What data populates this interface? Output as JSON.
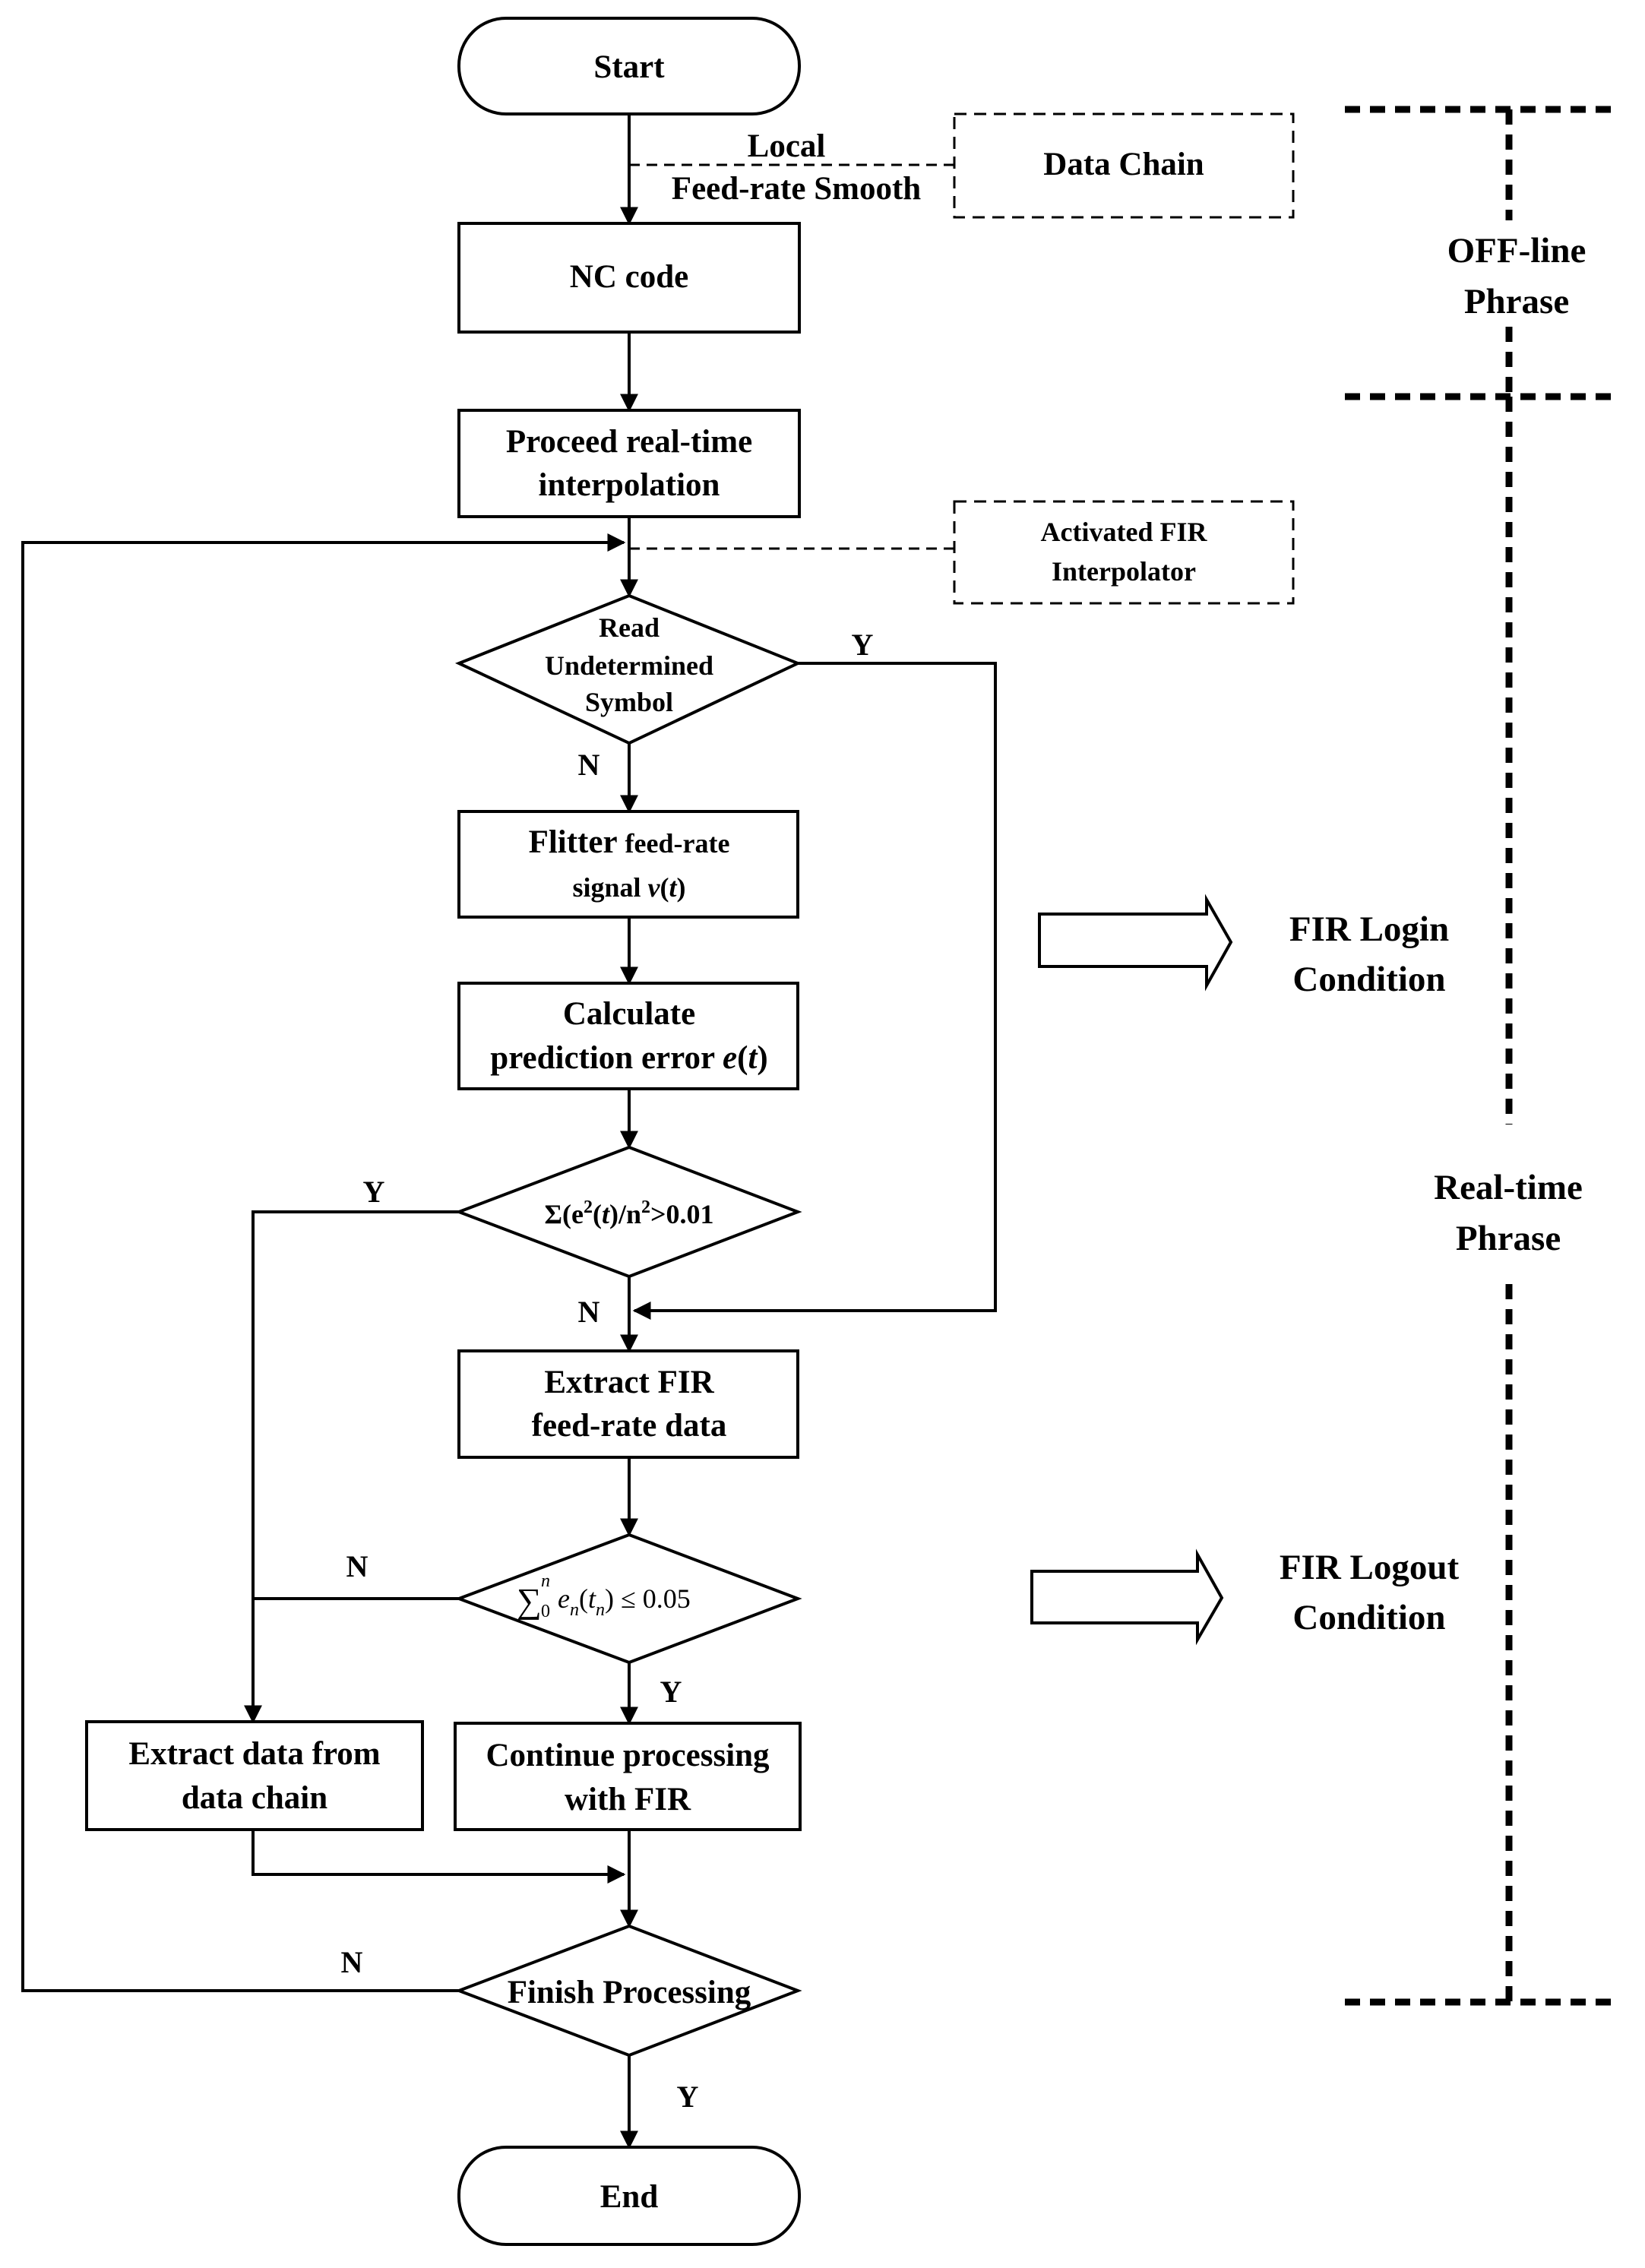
{
  "nodes": {
    "start": "Start",
    "nc_code": "NC code",
    "interp_line1": "Proceed real-time",
    "interp_line2": "interpolation",
    "read_line1": "Read",
    "read_line2": "Undetermined",
    "read_line3": "Symbol",
    "filter_line1a": "Flitter",
    "filter_line1b": "feed-rate",
    "filter_line2": "signal",
    "filter_var": "v",
    "calc_line1": "Calculate",
    "calc_line2": "prediction error",
    "calc_var": "e",
    "cond1_prefix": "Σ(e",
    "cond1_sup": "2",
    "cond1_var": "t",
    "cond1_mid": ")/n",
    "cond1_sup2": "2",
    "cond1_suffix": ">0.01",
    "extract_fir_line1": "Extract FIR",
    "extract_fir_line2": "feed-rate data",
    "cond2_sum": "∑",
    "cond2_upper": "n",
    "cond2_lower": "0",
    "cond2_e": "e",
    "cond2_sub": "n",
    "cond2_t": "t",
    "cond2_tsub": "n",
    "cond2_rel": "≤ 0.05",
    "extract_chain_line1": "Extract data from",
    "extract_chain_line2": "data chain",
    "continue_line1": "Continue processing",
    "continue_line2": "with FIR",
    "finish": "Finish Processing",
    "end": "End"
  },
  "annotations": {
    "local_line1": "Local",
    "local_line2": "Feed-rate Smooth",
    "data_chain": "Data Chain",
    "activated_line1": "Activated FIR",
    "activated_line2": "Interpolator"
  },
  "edge_labels": {
    "read_yes": "Y",
    "read_no": "N",
    "cond1_yes": "Y",
    "cond1_no": "N",
    "cond2_no": "N",
    "cond2_yes": "Y",
    "finish_no": "N",
    "finish_yes": "Y"
  },
  "side_labels": {
    "offline_line1": "OFF-line",
    "offline_line2": "Phrase",
    "realtime_line1": "Real-time",
    "realtime_line2": "Phrase",
    "login_line1": "FIR Login",
    "login_line2": "Condition",
    "logout_line1": "FIR Logout",
    "logout_line2": "Condition"
  }
}
